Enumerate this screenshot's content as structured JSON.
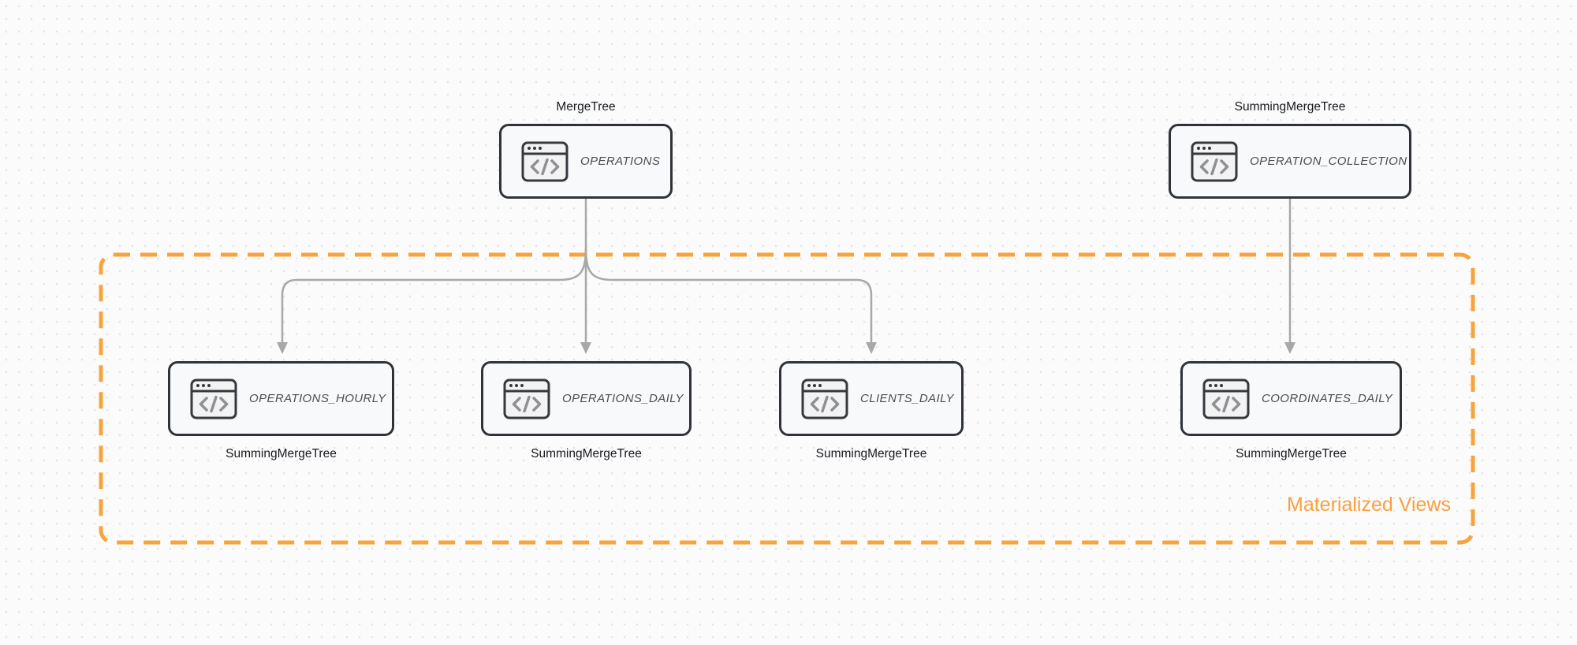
{
  "diagram": {
    "kind": "database-table-diagram",
    "group": {
      "label": "Materialized Views"
    },
    "nodes": [
      {
        "id": "operations",
        "name": "OPERATIONS",
        "engine_label": "MergeTree",
        "engine_position": "above",
        "icon": "code-window-icon"
      },
      {
        "id": "operation-collection",
        "name": "OPERATION_COLLECTION",
        "engine_label": "SummingMergeTree",
        "engine_position": "above",
        "icon": "code-window-icon"
      },
      {
        "id": "operations-hourly",
        "name": "OPERATIONS_HOURLY",
        "engine_label": "SummingMergeTree",
        "engine_position": "below",
        "icon": "code-window-icon"
      },
      {
        "id": "operations-daily",
        "name": "OPERATIONS_DAILY",
        "engine_label": "SummingMergeTree",
        "engine_position": "below",
        "icon": "code-window-icon"
      },
      {
        "id": "clients-daily",
        "name": "CLIENTS_DAILY",
        "engine_label": "SummingMergeTree",
        "engine_position": "below",
        "icon": "code-window-icon"
      },
      {
        "id": "coordinates-daily",
        "name": "COORDINATES_DAILY",
        "engine_label": "SummingMergeTree",
        "engine_position": "below",
        "icon": "code-window-icon"
      }
    ],
    "edges": [
      {
        "from": "OPERATIONS",
        "to": "OPERATIONS_HOURLY"
      },
      {
        "from": "OPERATIONS",
        "to": "OPERATIONS_DAILY"
      },
      {
        "from": "OPERATIONS",
        "to": "CLIENTS_DAILY"
      },
      {
        "from": "OPERATION_COLLECTION",
        "to": "COORDINATES_DAILY"
      }
    ],
    "colors": {
      "accent_orange": "#f7a43c",
      "group_label_orange": "#f9a03f",
      "node_border": "#2f3338",
      "node_fill": "#f8f9fa",
      "connector_gray": "#a8a8a8",
      "node_text": "#4a4d52",
      "engine_text": "#17191d",
      "background": "#fbfbfc"
    }
  }
}
